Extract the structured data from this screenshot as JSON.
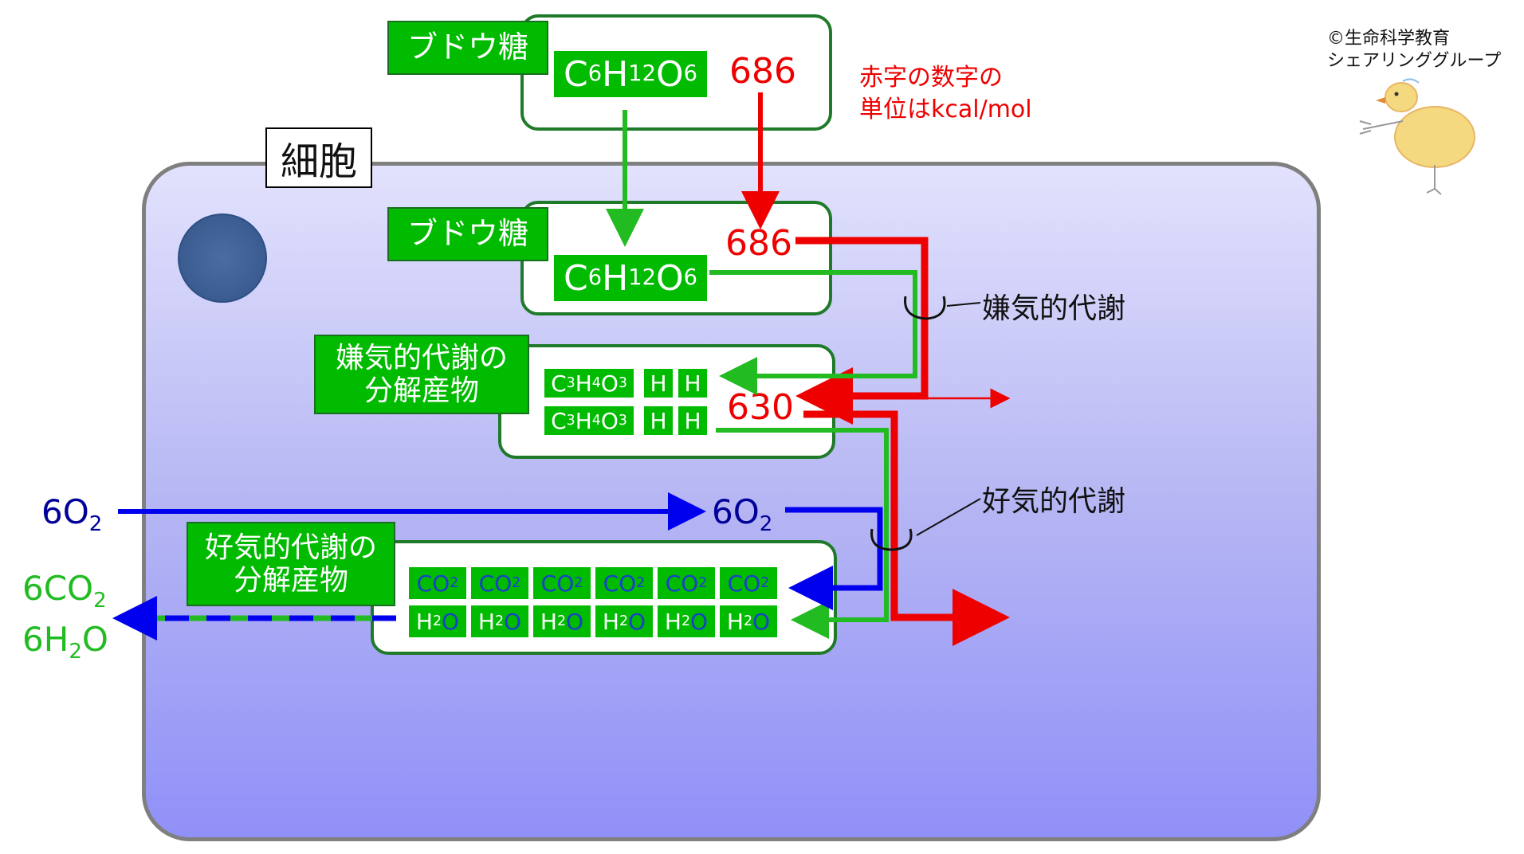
{
  "cell_label": "細胞",
  "glucose_label": "ブドウ糖",
  "formula_glucose": {
    "c": "C",
    "c_sub": "6",
    "h": "H",
    "h_sub": "12",
    "o": "O",
    "o_sub": "6"
  },
  "energy_values": {
    "initial": "686",
    "in_cell": "686",
    "after_anaerobic": "630"
  },
  "unit_note": {
    "line1": "赤字の数字の",
    "line2": "単位はkcal/mol"
  },
  "copyright": {
    "line1": "©生命科学教育",
    "line2": "シェアリンググループ"
  },
  "anaerobic_label": "嫌気的代謝",
  "aerobic_label": "好気的代謝",
  "anaerobic_products_label": {
    "line1": "嫌気的代謝の",
    "line2": "分解産物"
  },
  "aerobic_products_label": {
    "line1": "好気的代謝の",
    "line2": "分解産物"
  },
  "pyruvate": {
    "c": "C",
    "c_sub": "3",
    "h": "H",
    "h_sub": "4",
    "o": "O",
    "o_sub": "3"
  },
  "hydrogen": "H",
  "oxygen_in": {
    "coef": "6",
    "o": "O",
    "o_sub": "2"
  },
  "co2": {
    "c": "CO",
    "sub": "2"
  },
  "h2o": {
    "h": "H",
    "sub": "2",
    "o": "O"
  },
  "outputs": {
    "co2_coef": "6",
    "co2": "CO",
    "co2_sub": "2",
    "h2o_coef": "6",
    "h2o_h": "H",
    "h2o_sub": "2",
    "h2o_o": "O"
  },
  "colors": {
    "energy": "#ee0000",
    "glucose_path": "#22bb22",
    "oxygen_path": "#0000ee",
    "label_bg": "#00bb00"
  }
}
